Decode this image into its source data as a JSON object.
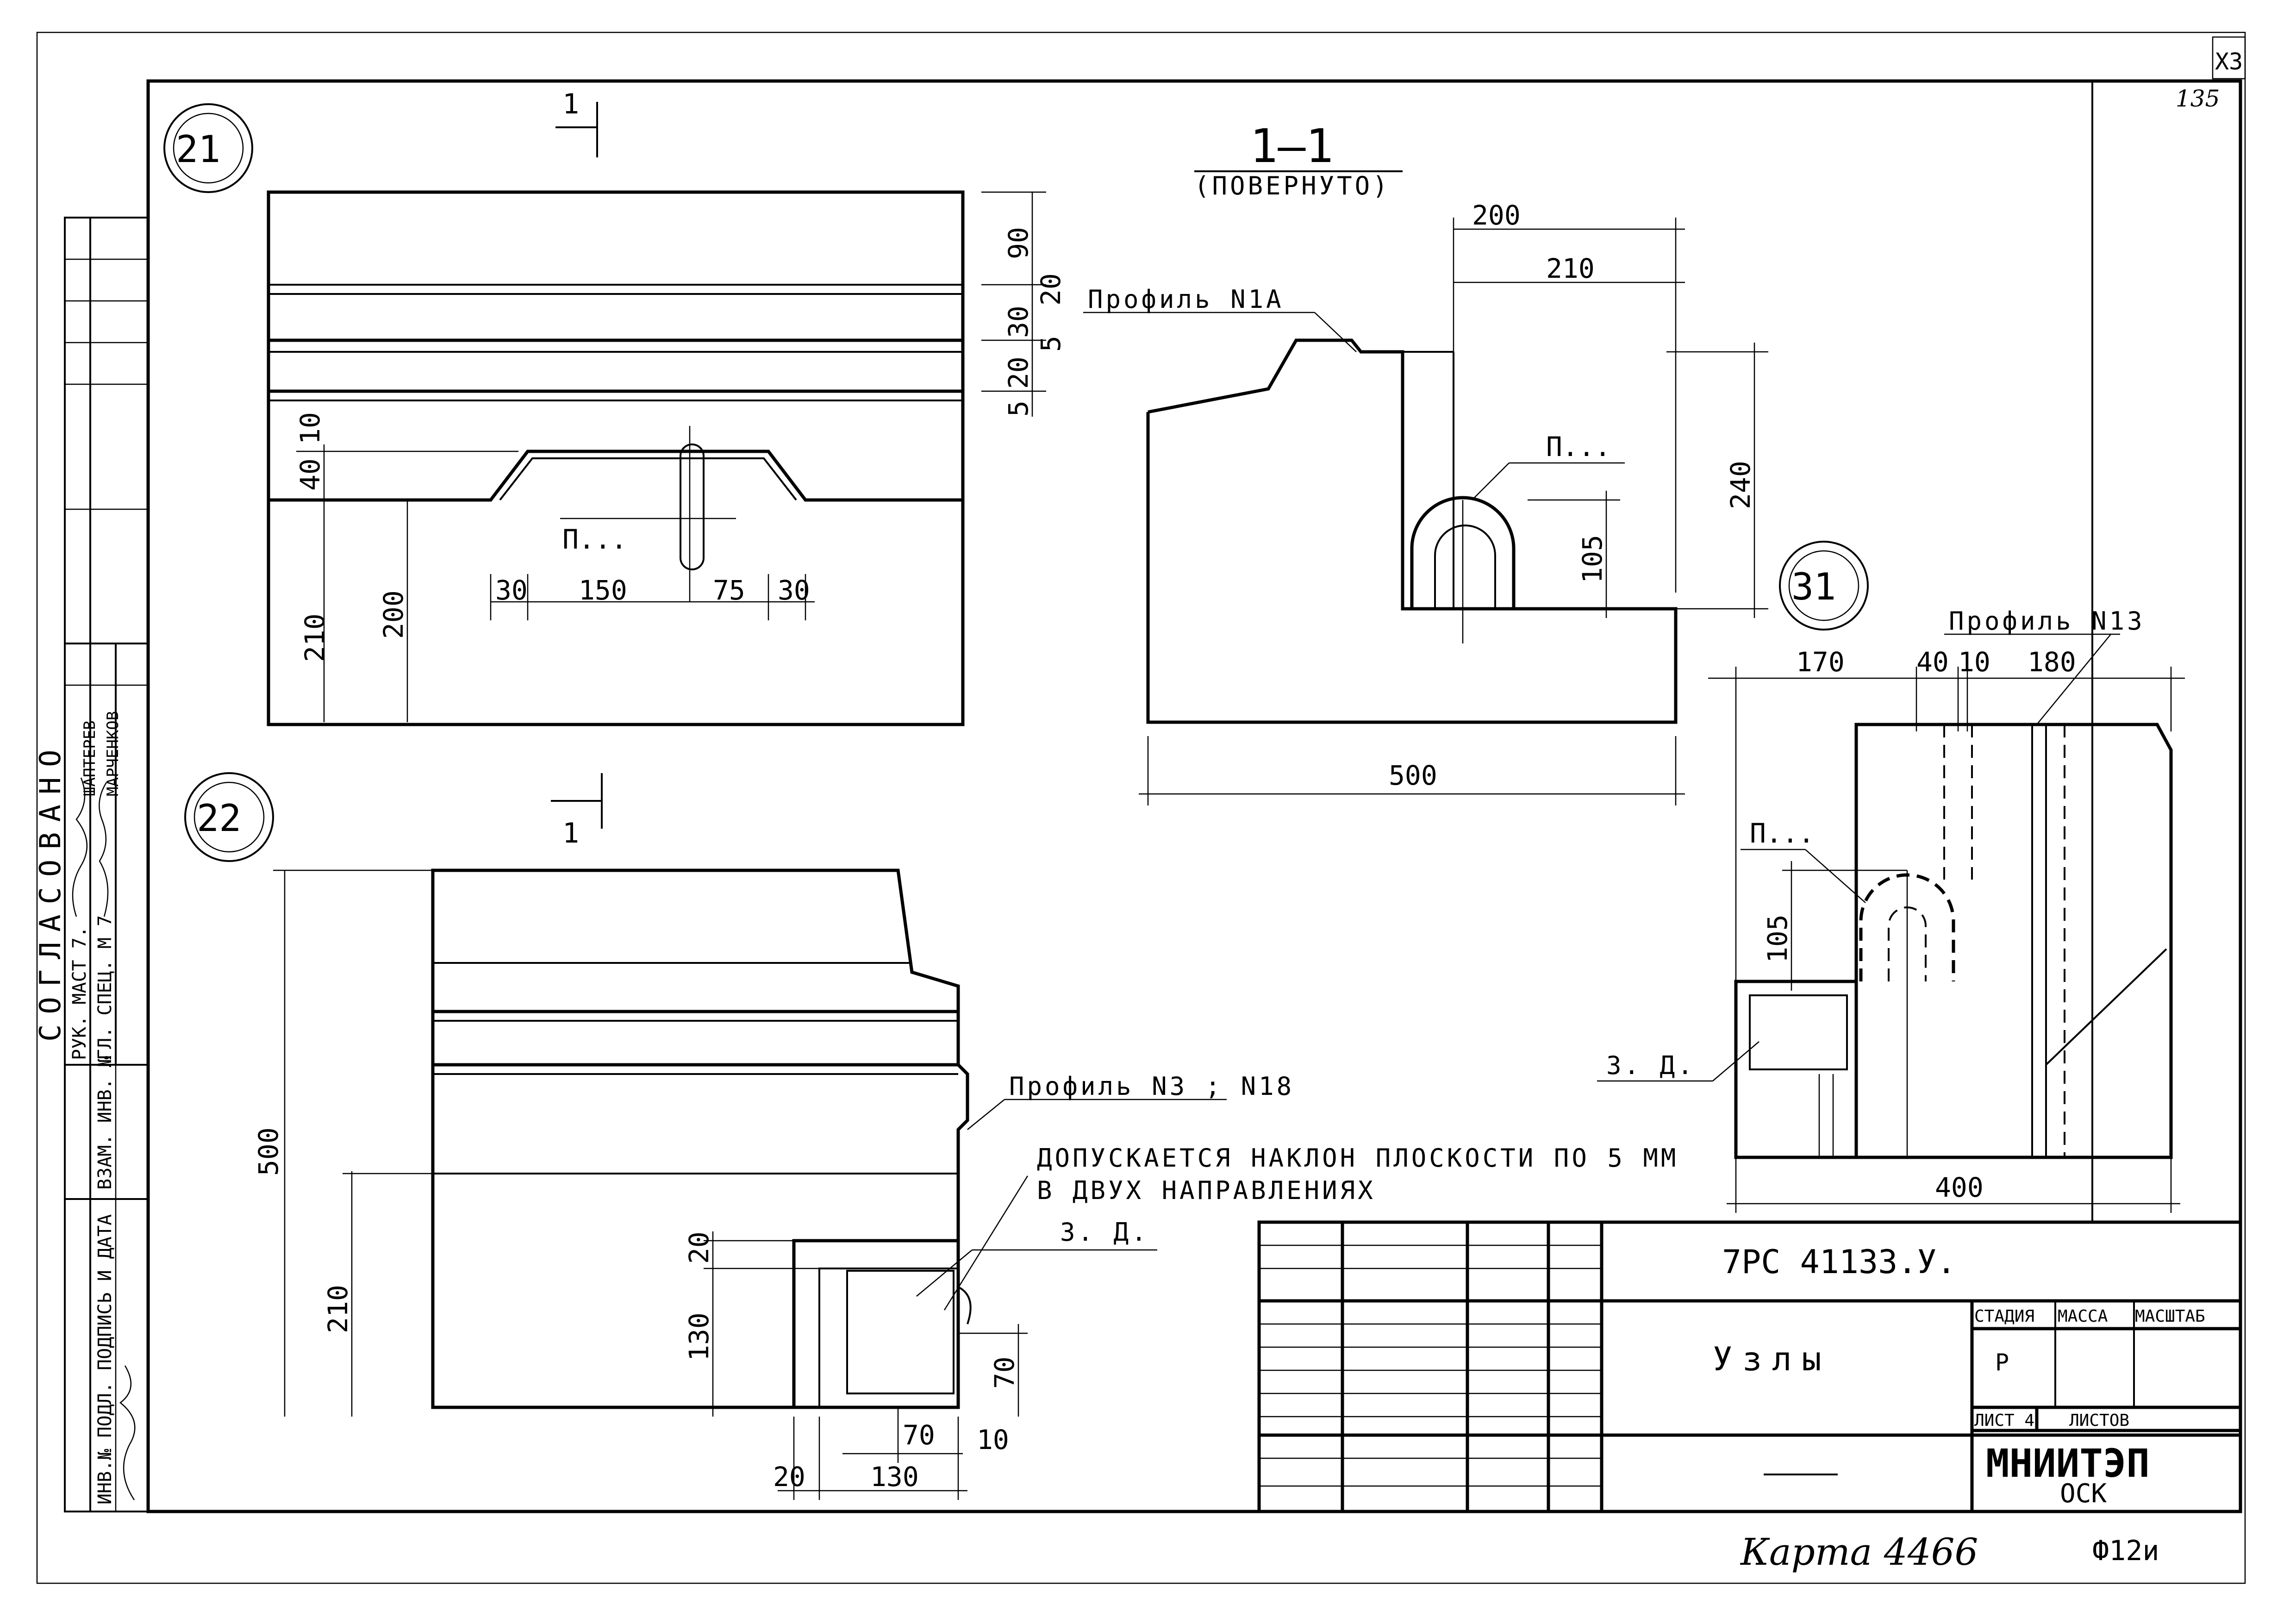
{
  "sheet": {
    "page_number": "135",
    "corner_mark": "Х3",
    "doc_code": "7РС 41133.У.",
    "title": "Узлы",
    "stage_header": "СТАДИЯ",
    "mass_header": "МАССА",
    "scale_header": "МАСШТАБ",
    "stage_value": "Р",
    "sheet_label": "ЛИСТ 4",
    "sheets_label": "ЛИСТОВ",
    "organization": "МНИИТЭП",
    "department": "ОСК",
    "card_note": "Карта 4466",
    "format": "Ф12и"
  },
  "side_stamp": {
    "agreed": "СОГЛАСОВАНО",
    "rows": [
      {
        "role": "РУК. МАСТ 7.",
        "name": "ШАПТЕРЕВ"
      },
      {
        "role": "ГЛ. СПЕЦ. М 7",
        "name": "МАРЧЕНКОВ"
      }
    ],
    "inv_orig": "ИНВ.№ ПОДЛ.",
    "sign_date": "ПОДПИСЬ И ДАТА",
    "inv_replace": "ВЗАМ. ИНВ. №"
  },
  "node21": {
    "id": "21",
    "cut_mark": "1",
    "dims_right": [
      "90",
      "20",
      "30",
      "5",
      "20",
      "5"
    ],
    "dims_left_top": [
      "40",
      "10"
    ],
    "dims_left": [
      "210",
      "200"
    ],
    "dims_bottom": [
      "30",
      "150",
      "75",
      "30"
    ],
    "callout": "П..."
  },
  "section11": {
    "title": "1—1",
    "subtitle": "(ПОВЕРНУТО)",
    "profile_label": "Профиль N1А",
    "callout": "П...",
    "dims": {
      "top1": "200",
      "top2": "210",
      "right": "240",
      "inner": "105",
      "bottom": "500"
    }
  },
  "node22": {
    "id": "22",
    "cut_mark": "1",
    "profile_label": "Профиль N3 ; N18",
    "note_line1": "ДОПУСКАЕТСЯ НАКЛОН ПЛОСКОСТИ ПО 5 ММ",
    "note_line2": "В ДВУХ НАПРАВЛЕНИЯХ",
    "zd_label": "З. Д.",
    "dims": {
      "height": "500",
      "lower": "210",
      "box_h": "130",
      "box_top": "20",
      "right": "70",
      "bot_70": "70",
      "bot_10": "10",
      "bot_20": "20",
      "bot_130": "130"
    }
  },
  "node31": {
    "id": "31",
    "profile_label": "Профиль N13",
    "callout": "П...",
    "zd_label": "З. Д.",
    "dims": {
      "d170": "170",
      "d40": "40",
      "d10": "10",
      "d180": "180",
      "d105": "105",
      "d400": "400"
    }
  }
}
